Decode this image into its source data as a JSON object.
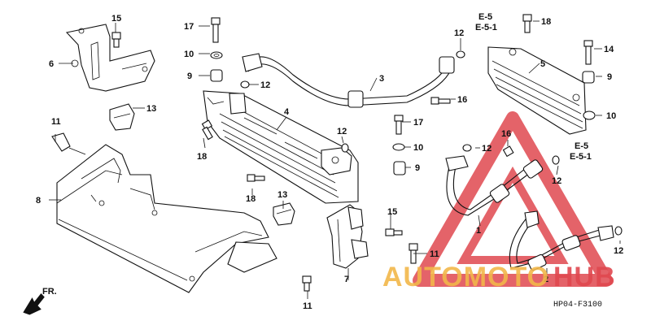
{
  "labels": {
    "p1": "1",
    "p2": "2",
    "p3": "3",
    "p4": "4",
    "p5": "5",
    "p6": "6",
    "p7": "7",
    "p8": "8",
    "p9a": "9",
    "p9b": "9",
    "p9c": "9",
    "p10a": "10",
    "p10b": "10",
    "p10c": "10",
    "p11a": "11",
    "p11b": "11",
    "p11c": "11",
    "p12a": "12",
    "p12b": "12",
    "p12c": "12",
    "p12d": "12",
    "p12e": "12",
    "p12f": "12",
    "p13a": "13",
    "p13b": "13",
    "p14": "14",
    "p15a": "15",
    "p15b": "15",
    "p16a": "16",
    "p16b": "16",
    "p17a": "17",
    "p17b": "17",
    "p18a": "18",
    "p18b": "18",
    "p18c": "18"
  },
  "refs": {
    "e5_top": "E-5",
    "e51_top": "E-5-1",
    "e5_right": "E-5",
    "e51_right": "E-5-1"
  },
  "front_label": "FR.",
  "diagram_code": "HP04-F3100",
  "watermark": {
    "text_a": "AUTOMOTO",
    "text_b": "HUB",
    "color_a": "#f2b74a",
    "color_b": "#e0484f",
    "icon": "warning-triangle-icon"
  }
}
